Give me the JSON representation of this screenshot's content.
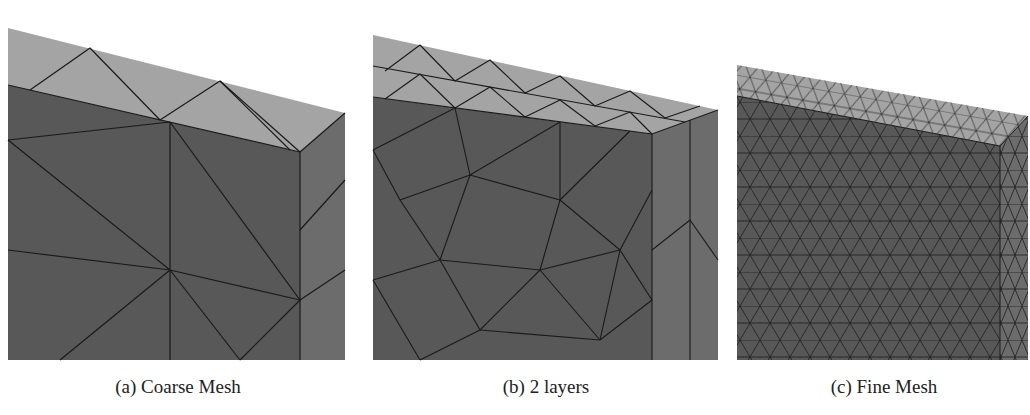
{
  "diagram": {
    "labels": [
      "(a) Coarse Mesh",
      "(b) 2 layers",
      "(c) Fine Mesh"
    ]
  }
}
